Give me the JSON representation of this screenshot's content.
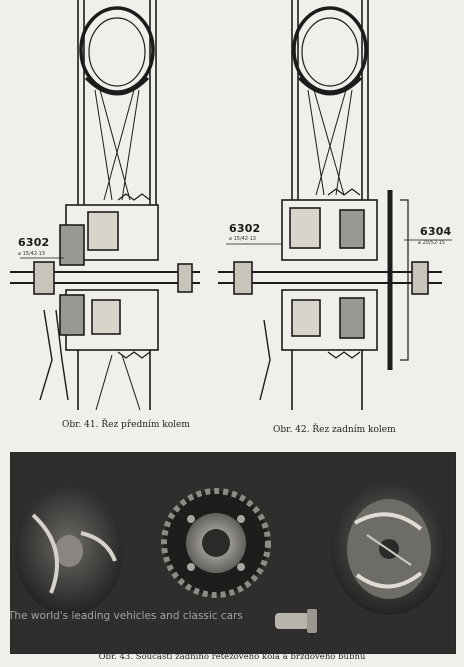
{
  "figures": {
    "fig41": {
      "part_label": "6302",
      "part_sub": "⌀ 15/42·13",
      "caption": "Obr. 41. Řez předním kolem"
    },
    "fig42": {
      "part_label_left": "6302",
      "part_sub_left": "⌀ 15/42·13",
      "part_label_right": "6304",
      "part_sub_right": "⌀ 20/52·15",
      "caption": "Obr. 42. Řez zadním kolem"
    },
    "fig43": {
      "caption": "Obr. 43. Součásti zadního řetězového kola a brzdového bubnu"
    }
  },
  "watermark": "The world's leading vehicles and classic cars",
  "colors": {
    "paper": "#f1efe9",
    "ink": "#1c1c1c",
    "photo_bg": "#3b3a37"
  }
}
